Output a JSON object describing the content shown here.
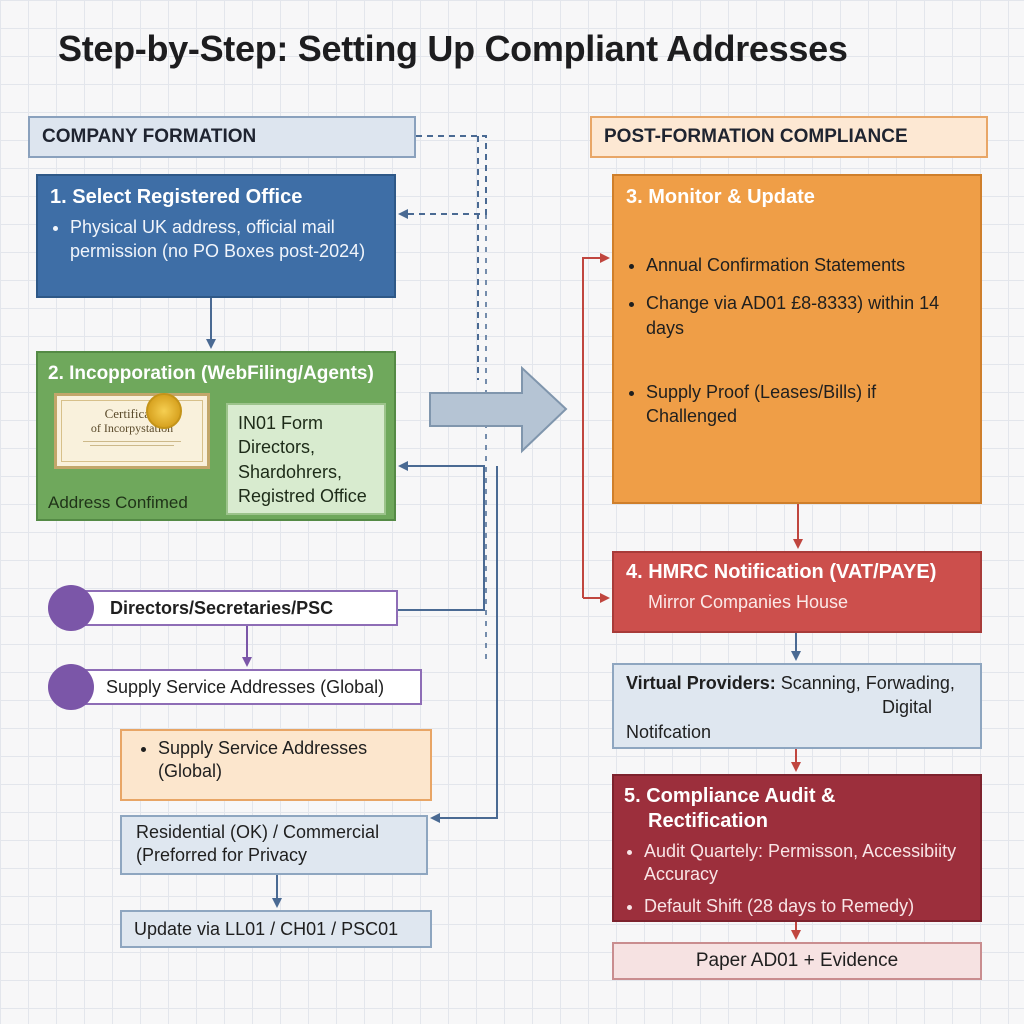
{
  "title": "Step-by-Step: Setting Up Compliant Addresses",
  "left_header": "COMPANY FORMATION",
  "right_header": "POST-FORMATION COMPLIANCE",
  "step1": {
    "title": "1. Select Registered Office",
    "bullets": [
      "Physical UK address, official mail permission (no PO Boxes post-2024)"
    ]
  },
  "step2": {
    "title": "2. Incopporation (WebFiling/Agents)",
    "certificate_text": [
      "Certificate",
      "of Incorpystation"
    ],
    "address_label": "Address Confimed",
    "form_lines": [
      "IN01 Form",
      "Directors,",
      "Shardohrers,",
      "Registred Office"
    ]
  },
  "directors_pill": "Directors/Secretaries/PSC",
  "service_pill": "Supply Service Addresses (Global)",
  "service_note": [
    "Supply Service Addresses (Global)"
  ],
  "residential": "Residential (OK) / Commercial (Preforred for Privacy",
  "update_forms": "Update via LL01 / CH01 / PSC01",
  "step3": {
    "title": "3. Monitor & Update",
    "bullets": [
      "Annual Confirmation Statements",
      "Change via AD01 £8-8333) within 14 days",
      "Supply Proof (Leases/Bills) if Challenged"
    ]
  },
  "step4": {
    "title": "4. HMRC Notification (VAT/PAYE)",
    "subtitle": "Mirror Companies House"
  },
  "virtual": {
    "label": "Virtual Providers:",
    "text1": "Scanning, Forwading,",
    "text2": "Digital",
    "text3": "Notifcation"
  },
  "step5": {
    "title_line1": "5. Compliance Audit &",
    "title_line2": "Rectification",
    "bullets": [
      "Audit Quartely: Permisson, Accessibiity Accuracy",
      "Default Shift (28 days to Remedy)"
    ]
  },
  "paper": "Paper AD01 + Evidence",
  "colors": {
    "step1": "#3e6ea6",
    "step2": "#6fa85c",
    "step3": "#ef9e47",
    "step4": "#cc4f4c",
    "step5": "#9c2f3c",
    "pill": "#7b56a8"
  }
}
